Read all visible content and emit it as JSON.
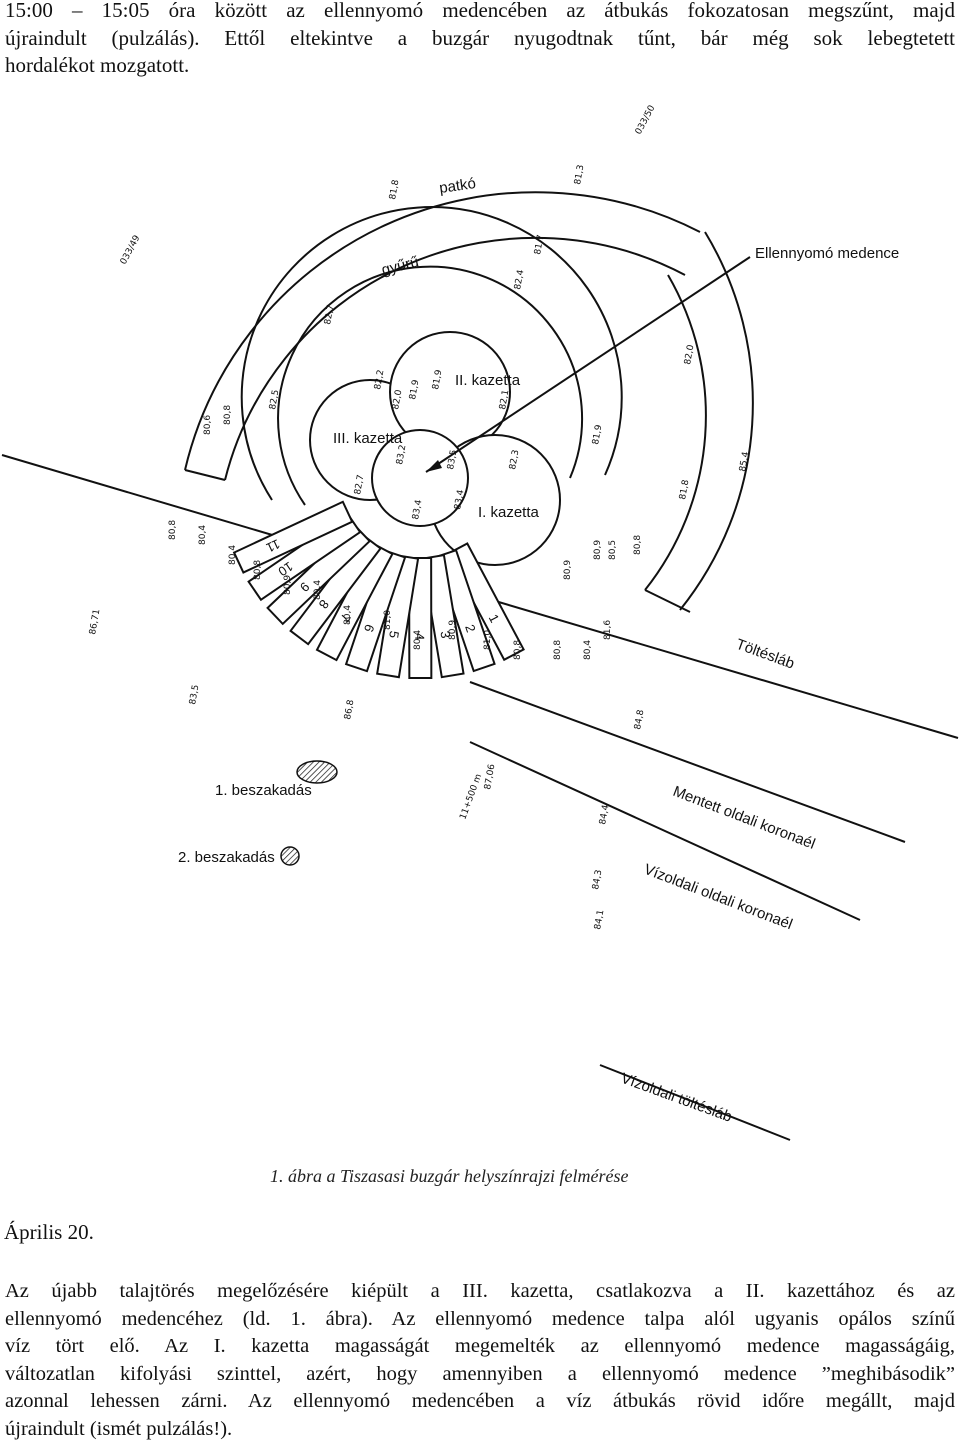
{
  "intro": {
    "lines": [
      "15:00 – 15:05 óra között az ellennyomó medencében az átbukás fokozatosan megszűnt, majd",
      "újraindult (pulzálás). Ettől eltekintve a buzgár nyugodtnak tűnt, bár még sok lebegtetett",
      "hordalékot mozgatott."
    ]
  },
  "figure": {
    "caption": "1. ábra a Tiszasasi buzgár helyszínrajzi felmérése",
    "labels": {
      "ellennyomo": "Ellennyomó medence",
      "patko": "patkó",
      "gyuru": "gyűrű",
      "kazetta_1": "I. kazetta",
      "kazetta_2": "II. kazetta",
      "kazetta_3": "III. kazetta",
      "toltesl": "Töltésláb",
      "beszakadas_1": "1. beszakadás",
      "beszakadas_2": "2. beszakadás",
      "mentett": "Mentett oldali koronaél",
      "vizoldali_korona": "Vízoldali oldali koronaél",
      "vizoldali_toltes": "Vízoldali töltésláb",
      "pt_left": "033/49",
      "pt_right": "033/50",
      "sta": "11+500 m"
    },
    "segment_numbers": [
      "1",
      "2",
      "3",
      "4",
      "5",
      "6",
      "7",
      "8",
      "9",
      "10",
      "11"
    ],
    "elevations": {
      "patko_outer": [
        "81,8",
        "81,3",
        "81,7",
        "82,0",
        "82,4",
        "81,8"
      ],
      "gyuru": [
        "82,7",
        "82,5",
        "82,2",
        "81,9",
        "82,0",
        "81,9",
        "82,1",
        "81,9",
        "82,3"
      ],
      "center": [
        "83,2",
        "83,4",
        "83,5",
        "83,4",
        "82,7"
      ],
      "segments": [
        "81,6",
        "80,4",
        "80,8",
        "80,8",
        "81,0",
        "80,9",
        "80,4",
        "81,0",
        "80,4",
        "80,4",
        "80,9",
        "80,8",
        "80,4",
        "80,4",
        "80,8",
        "80,8",
        "80,6",
        "80,8",
        "80,5",
        "80,9",
        "80,9"
      ],
      "ground": [
        "86,71",
        "87,06",
        "86,8",
        "85,4",
        "84,8",
        "84,4",
        "84,3",
        "84,1",
        "83,5"
      ]
    }
  },
  "date": "Április 20.",
  "body2": {
    "lines": [
      "Az újabb talajtörés megelőzésére kiépült a III. kazetta, csatlakozva a II. kazettához és az",
      "ellennyomó medencéhez (ld. 1. ábra). Az ellennyomó medence talpa alól ugyanis opálos színű",
      "víz tört elő. Az I. kazetta magasságát megemelték az ellennyomó medence magasságáig,",
      "változatlan kifolyási szinttel, azért, hogy amennyiben a ellennyomó medence ”meghibásodik”",
      "azonnal lehessen zárni. Az ellennyomó medencében a víz átbukás rövid időre megállt, majd",
      "újraindult (ismét pulzálás!)."
    ]
  }
}
